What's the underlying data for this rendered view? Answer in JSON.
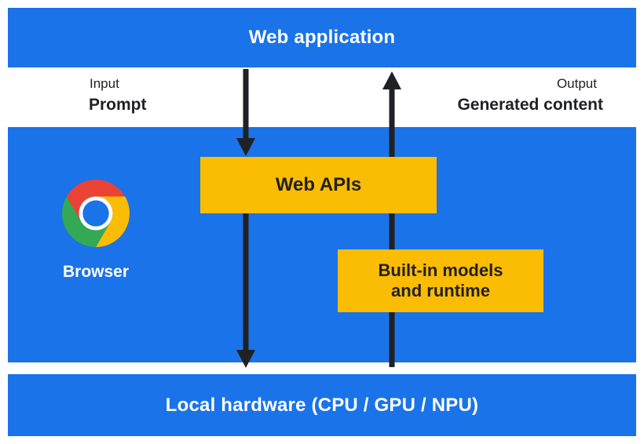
{
  "colors": {
    "blue": "#1a73e8",
    "yellow": "#fbbc04",
    "dark": "#202124",
    "arrow": "#202124"
  },
  "diagram": {
    "top_bar": {
      "label": "Web application"
    },
    "io": {
      "input_caption": "Input",
      "input_label": "Prompt",
      "output_caption": "Output",
      "output_label": "Generated content"
    },
    "browser": {
      "label": "Browser",
      "logo_icon": "chrome-logo"
    },
    "boxes": {
      "web_apis_label": "Web APIs",
      "builtin_label_line1": "Built-in models",
      "builtin_label_line2": "and runtime"
    },
    "bottom_bar": {
      "label": "Local hardware (CPU / GPU / NPU)"
    },
    "arrows": [
      {
        "name": "prompt-flow",
        "direction": "down"
      },
      {
        "name": "generated-content-flow",
        "direction": "up"
      }
    ]
  }
}
